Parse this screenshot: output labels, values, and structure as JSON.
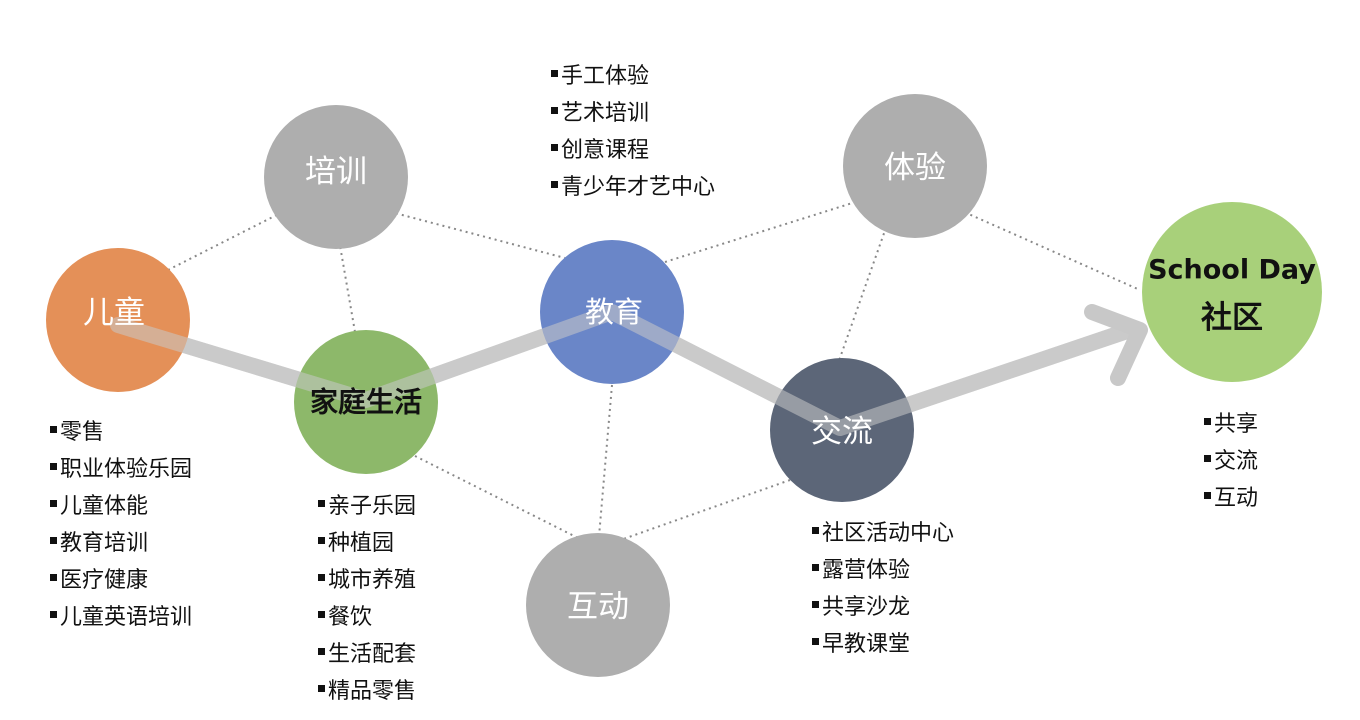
{
  "nodes": {
    "children": {
      "label": "儿童"
    },
    "training": {
      "label": "培训"
    },
    "family": {
      "label": "家庭生活"
    },
    "education": {
      "label": "教育"
    },
    "experience": {
      "label": "体验"
    },
    "exchange": {
      "label": "交流"
    },
    "interaction": {
      "label": "互动"
    },
    "community": {
      "label_line1": "School Day",
      "label_line2": "社区"
    }
  },
  "lists": {
    "children": [
      "零售",
      "职业体验乐园",
      "儿童体能",
      "教育培训",
      "医疗健康",
      "儿童英语培训"
    ],
    "family": [
      "亲子乐园",
      "种植园",
      "城市养殖",
      "餐饮",
      "生活配套",
      "精品零售"
    ],
    "education": [
      "手工体验",
      "艺术培训",
      "创意课程",
      "青少年才艺中心"
    ],
    "exchange": [
      "社区活动中心",
      "露营体验",
      "共享沙龙",
      "早教课堂"
    ],
    "community": [
      "共享",
      "交流",
      "互动"
    ]
  },
  "colors": {
    "children": "#E49058",
    "grey_node": "#AEAEAE",
    "family": "#8DB86A",
    "education": "#6A86C8",
    "exchange": "#5C6678",
    "community": "#A8D07A",
    "path": "#C8C8C8",
    "dotted": "#888888"
  }
}
